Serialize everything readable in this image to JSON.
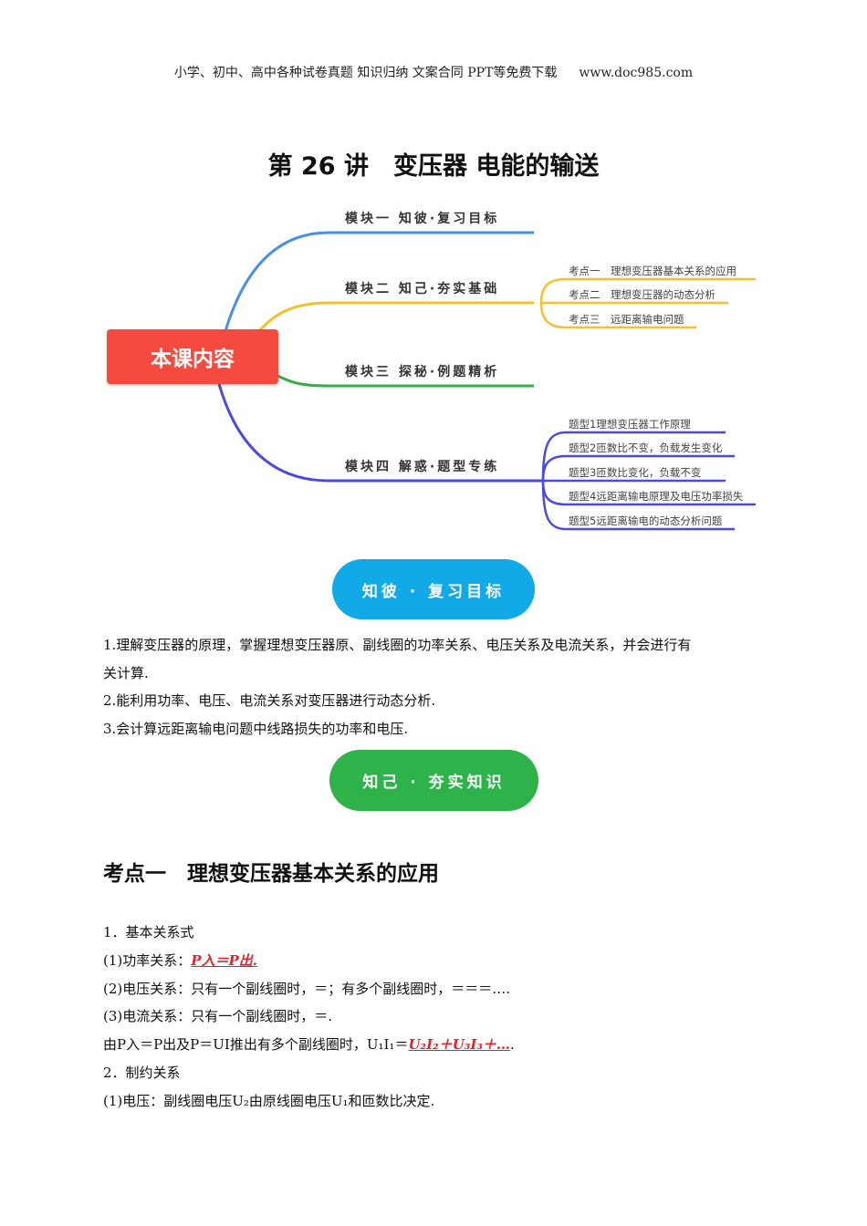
{
  "header": {
    "text": "小学、初中、高中各种试卷真题 知识归纳 文案合同 PPT等免费下载",
    "url": "www.doc985.com"
  },
  "title": "第 26 讲　变压器  电能的输送",
  "mindmap": {
    "root": "本课内容",
    "modules": [
      "模块一  知彼·复习目标",
      "模块二  知己·夯实基础",
      "模块三  探秘·例题精析",
      "模块四  解惑·题型专练"
    ],
    "module2_items": [
      "考点一　理想变压器基本关系的应用",
      "考点二　理想变压器的动态分析",
      "考点三　远距离输电问题"
    ],
    "module4_items": [
      "题型1理想变压器工作原理",
      "题型2匝数比不变，负载发生变化",
      "题型3匝数比变化，负载不变",
      "题型4远距离输电原理及电压功率损失",
      "题型5远距离输电的动态分析问题"
    ],
    "colors": {
      "blue": "#4a8fe6",
      "yellow": "#f5c02b",
      "green": "#3aaa4e",
      "purple": "#4a4ae0",
      "root": "#f44a3f"
    }
  },
  "pill1": "知彼 · 复习目标",
  "goals": [
    "1.理解变压器的原理，掌握理想变压器原、副线圈的功率关系、电压关系及电流关系，并会进行有",
    "关计算.",
    "2.能利用功率、电压、电流关系对变压器进行动态分析.",
    "3.会计算远距离输电问题中线路损失的功率和电压."
  ],
  "pill2": "知己 · 夯实知识",
  "section_title": "考点一　理想变压器基本关系的应用",
  "content": {
    "l1": "1．基本关系式",
    "l2_prefix": "(1)功率关系：",
    "l2_red": "P入＝P出.",
    "l3": "(2)电压关系：只有一个副线圈时，＝；有多个副线圈时，＝＝＝….",
    "l4": "(3)电流关系：只有一个副线圈时，＝.",
    "l5_prefix": "由P入＝P出及P＝UI推出有多个副线圈时，U₁I₁＝",
    "l5_red": "U₂I₂＋U₃I₃＋…",
    "l6": "2．制约关系",
    "l7": "(1)电压：副线圈电压U₂由原线圈电压U₁和匝数比决定."
  }
}
